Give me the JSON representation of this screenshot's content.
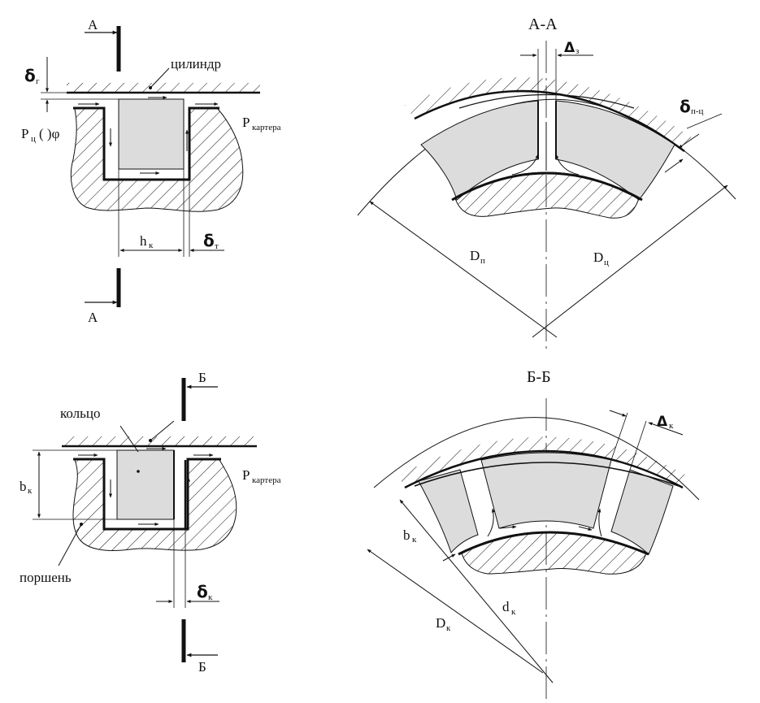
{
  "colors": {
    "ink": "#111111",
    "ring_fill": "#dcdcdc",
    "background": "#ffffff"
  },
  "section_labels": {
    "a_top": "А",
    "a_bottom": "А",
    "b_top": "Б",
    "b_bottom": "Б",
    "a_a_title": "А-А",
    "b_b_title": "Б-Б"
  },
  "labels": {
    "cylinder": "цилиндр",
    "ring": "кольцо",
    "piston": "поршень",
    "p_cyl_main": "P",
    "p_cyl_sub": "ц",
    "p_cyl_tail": "( )φ",
    "p_crank_main": "P",
    "p_crank_sub": "картера",
    "p_crank2_main": "P",
    "p_crank2_sub": "картера"
  },
  "dimensions": {
    "delta_g_sym": "δ",
    "delta_g_sub": "г",
    "h_k_main": "h",
    "h_k_sub": "к",
    "delta_t_sym": "δ",
    "delta_t_sub": "т",
    "b_k_main": "b",
    "b_k_sub": "к",
    "delta_k_sym": "δ",
    "delta_k_sub": "к",
    "delta_z_sym": "Δ",
    "delta_z_sub": "з",
    "delta_pc_sym": "δ",
    "delta_pc_sub": "п-ц",
    "D_p_main": "D",
    "D_p_sub": "п",
    "D_c_main": "D",
    "D_c_sub": "ц",
    "Delta_k_sym": "Δ",
    "Delta_k_sub": "к",
    "b_k2_main": "b",
    "b_k2_sub": "к",
    "d_k_main": "d",
    "d_k_sub": "к",
    "D_k_main": "D",
    "D_k_sub": "к"
  }
}
